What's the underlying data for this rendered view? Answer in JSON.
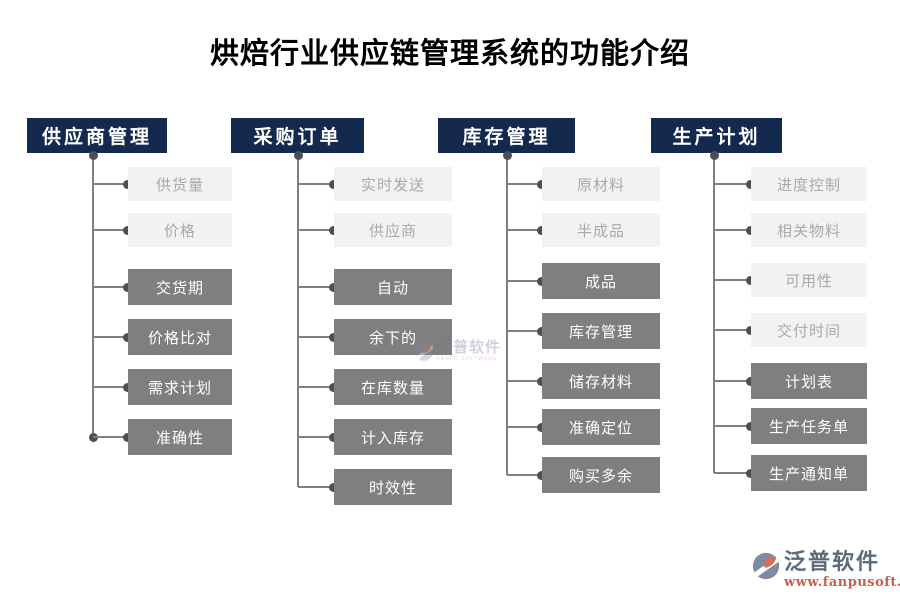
{
  "title": "烘焙行业供应链管理系统的功能介绍",
  "colors": {
    "header_bg": "#14294e",
    "header_text": "#ffffff",
    "light_box_bg": "#f2f2f2",
    "light_box_text": "#a9a9a9",
    "dark_box_bg": "#7f7f7f",
    "dark_box_text": "#ffffff",
    "line": "#808080",
    "dot": "#4f4f4f",
    "title_text": "#000000",
    "logo_text": "#5b6b7c",
    "logo_url": "#c4604a",
    "logo_slate": "#7c8ba1",
    "logo_orange": "#d4705a"
  },
  "columns": [
    {
      "header": "供应商管理",
      "items": [
        {
          "label": "供货量",
          "style": "light"
        },
        {
          "label": "价格",
          "style": "light"
        },
        {
          "label": "交货期",
          "style": "dark"
        },
        {
          "label": "价格比对",
          "style": "dark"
        },
        {
          "label": "需求计划",
          "style": "dark"
        },
        {
          "label": "准确性",
          "style": "dark"
        }
      ]
    },
    {
      "header": "采购订单",
      "items": [
        {
          "label": "实时发送",
          "style": "light"
        },
        {
          "label": "供应商",
          "style": "light"
        },
        {
          "label": "自动",
          "style": "dark"
        },
        {
          "label": "余下的",
          "style": "dark"
        },
        {
          "label": "在库数量",
          "style": "dark"
        },
        {
          "label": "计入库存",
          "style": "dark"
        },
        {
          "label": "时效性",
          "style": "dark"
        }
      ]
    },
    {
      "header": "库存管理",
      "items": [
        {
          "label": "原材料",
          "style": "light"
        },
        {
          "label": "半成品",
          "style": "light"
        },
        {
          "label": "成品",
          "style": "dark"
        },
        {
          "label": "库存管理",
          "style": "dark"
        },
        {
          "label": "储存材料",
          "style": "dark"
        },
        {
          "label": "准确定位",
          "style": "dark"
        },
        {
          "label": "购买多余",
          "style": "dark"
        }
      ]
    },
    {
      "header": "生产计划",
      "items": [
        {
          "label": "进度控制",
          "style": "light"
        },
        {
          "label": "相关物料",
          "style": "light"
        },
        {
          "label": "可用性",
          "style": "light"
        },
        {
          "label": "交付时间",
          "style": "light"
        },
        {
          "label": "计划表",
          "style": "dark"
        },
        {
          "label": "生产任务单",
          "style": "dark"
        },
        {
          "label": "生产通知单",
          "style": "dark"
        }
      ]
    }
  ],
  "watermark": {
    "text": "泛普软件",
    "subtext": "FANPU SOFTWARE"
  },
  "footer": {
    "logo_text": "泛普软件",
    "logo_url": "www.fanpusoft.com"
  }
}
